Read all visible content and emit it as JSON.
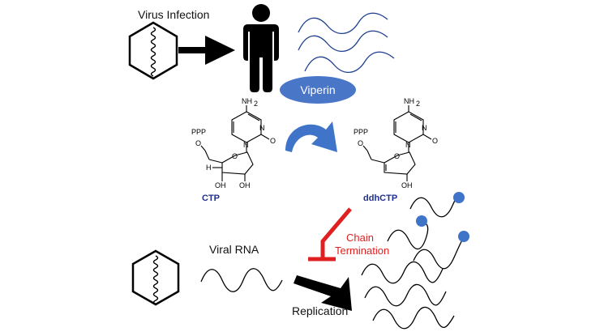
{
  "labels": {
    "virus_infection": "Virus Infection",
    "viperin": "Viperin",
    "ctp": "CTP",
    "ddhctp": "ddhCTP",
    "chain": "Chain",
    "termination": "Termination",
    "viral_rna": "Viral RNA",
    "replication": "Replication"
  },
  "chem": {
    "ctp": {
      "amine": "NH",
      "amine_sub": "2",
      "ppp": "PPP",
      "o": "O",
      "n": "N",
      "h": "H",
      "oh": "OH"
    },
    "ddhctp": {
      "amine": "NH",
      "amine_sub": "2",
      "ppp": "PPP",
      "o": "O",
      "n": "N",
      "oh": "OH"
    }
  },
  "colors": {
    "viperin_fill": "#4a76c8",
    "curved_arrow": "#3f74c9",
    "termination_bar": "#e02020",
    "chain_label": "#e02020",
    "molecule_label": "#1f2f8f",
    "nucleotide_dot": "#3f74c9",
    "interferon_waves": "#1f3f8f",
    "ink": "#000000"
  },
  "icons": [
    "virus-capsid-icon",
    "human-figure-icon",
    "interferon-waves-icon",
    "curved-arrow-icon",
    "termination-bar-icon"
  ]
}
